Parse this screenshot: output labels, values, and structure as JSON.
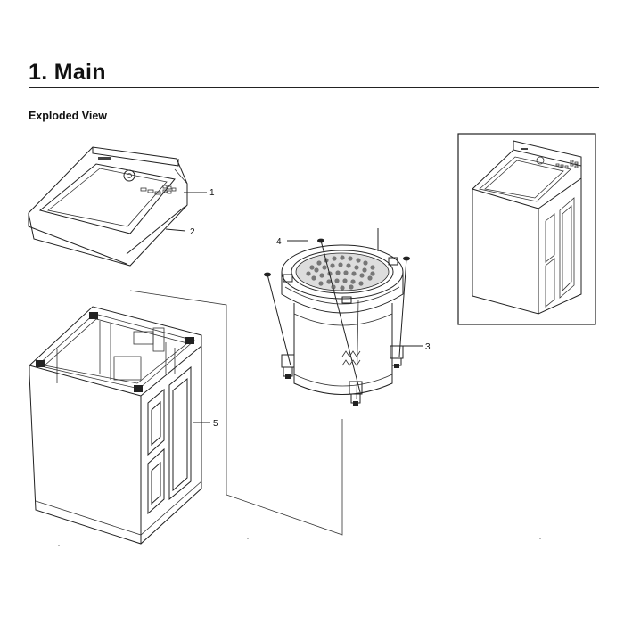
{
  "header": {
    "title": "1.  Main"
  },
  "section": {
    "subtitle": "Exploded View"
  },
  "callouts": [
    "1",
    "2",
    "3",
    "4",
    "5"
  ],
  "components": [
    {
      "name": "top-cover-assembly",
      "callout": "1"
    },
    {
      "name": "lid-assembly",
      "callout": "2"
    },
    {
      "name": "tub-and-drum-assembly",
      "callout": "3"
    },
    {
      "name": "screw",
      "callout": "4"
    },
    {
      "name": "cabinet-assembly",
      "callout": "5"
    }
  ],
  "inset": {
    "label": "assembled-washer-view"
  }
}
